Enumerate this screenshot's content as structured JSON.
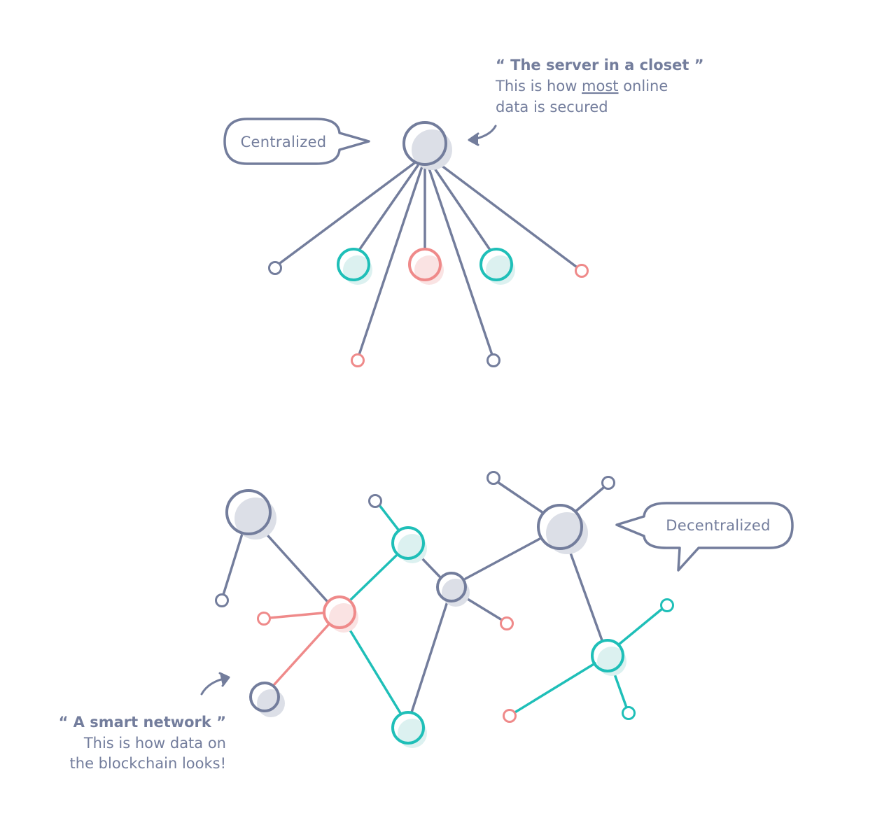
{
  "colors": {
    "slate": "#737d9c",
    "slate_fill": "#dcdfe7",
    "teal": "#1fbfb8",
    "teal_fill": "#dcf1f0",
    "pink": "#ef8a8a",
    "pink_fill": "#fae3e3",
    "background": "#ffffff"
  },
  "centralized": {
    "bubble_label": "Centralized",
    "callout": {
      "title": "“ The server in a closet ”",
      "line1_before": "This is how ",
      "line1_emphasis": "most",
      "line1_after": " online",
      "line2": "data is secured"
    }
  },
  "decentralized": {
    "bubble_label": "Decentralized",
    "callout": {
      "title": "“ A smart network  ”",
      "line1": "This is how data on",
      "line2": "the blockchain looks!"
    }
  }
}
